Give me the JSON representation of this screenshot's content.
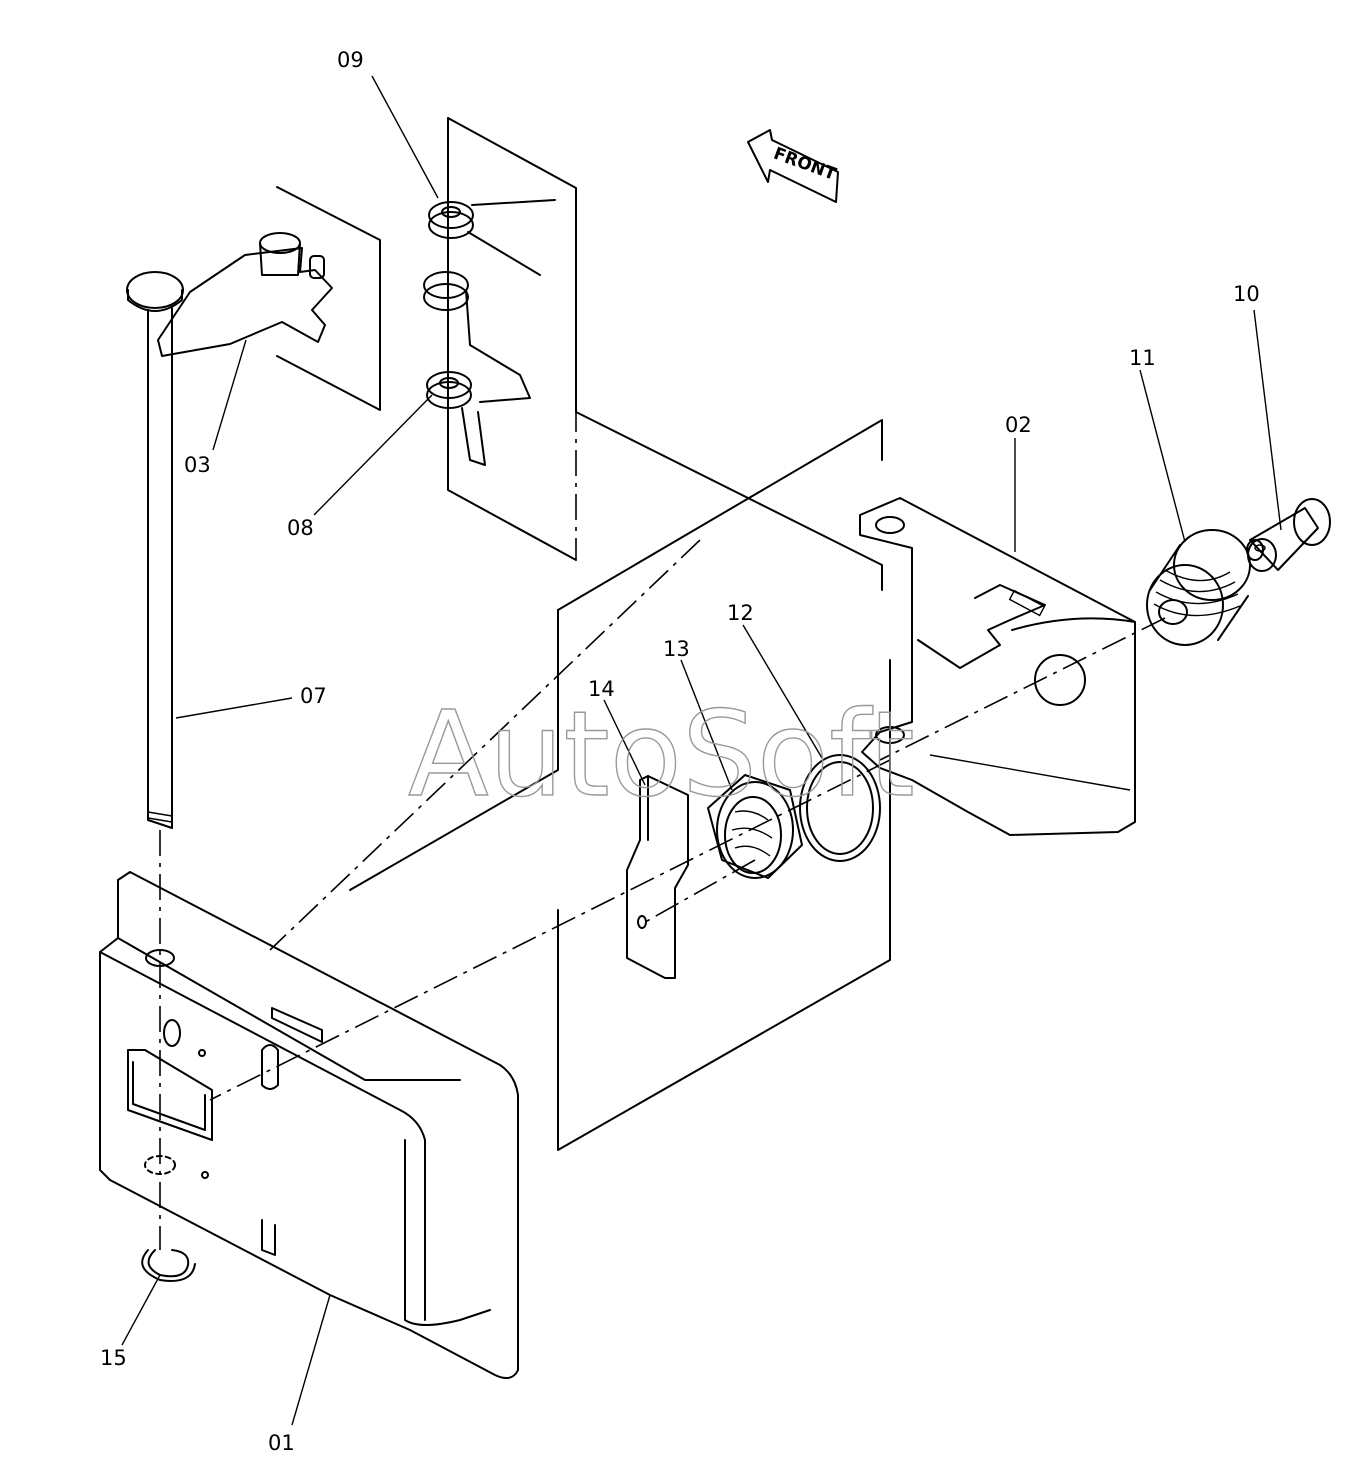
{
  "diagram": {
    "watermark": "AutoSoft",
    "direction_label": "FRONT",
    "callouts": [
      {
        "id": "p01",
        "label": "01"
      },
      {
        "id": "p02",
        "label": "02"
      },
      {
        "id": "p03",
        "label": "03"
      },
      {
        "id": "p07",
        "label": "07"
      },
      {
        "id": "p08",
        "label": "08"
      },
      {
        "id": "p09",
        "label": "09"
      },
      {
        "id": "p10",
        "label": "10"
      },
      {
        "id": "p11",
        "label": "11"
      },
      {
        "id": "p12",
        "label": "12"
      },
      {
        "id": "p13",
        "label": "13"
      },
      {
        "id": "p14",
        "label": "14"
      },
      {
        "id": "p15",
        "label": "15"
      }
    ]
  }
}
